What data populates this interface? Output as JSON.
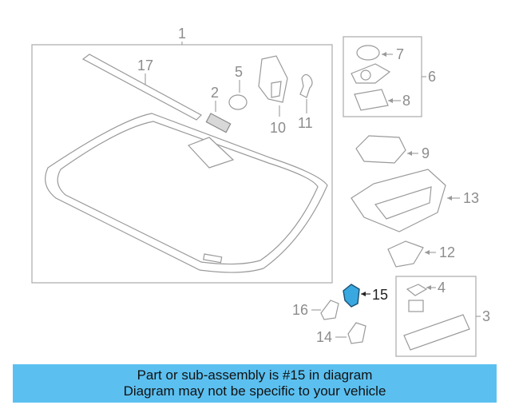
{
  "callouts": [
    {
      "num": "1"
    },
    {
      "num": "2"
    },
    {
      "num": "3"
    },
    {
      "num": "4"
    },
    {
      "num": "5"
    },
    {
      "num": "6"
    },
    {
      "num": "7"
    },
    {
      "num": "8"
    },
    {
      "num": "9"
    },
    {
      "num": "10"
    },
    {
      "num": "11"
    },
    {
      "num": "12"
    },
    {
      "num": "13"
    },
    {
      "num": "14"
    },
    {
      "num": "15"
    },
    {
      "num": "16"
    },
    {
      "num": "17"
    }
  ],
  "highlighted_part": "15",
  "colors": {
    "banner": "#5bc0f0",
    "highlight_part": "#3aa8e0",
    "line": "#9a9a9a"
  },
  "banner": {
    "line1": "Part or sub-assembly is #15 in diagram",
    "line2": "Diagram may not be specific to your vehicle"
  }
}
